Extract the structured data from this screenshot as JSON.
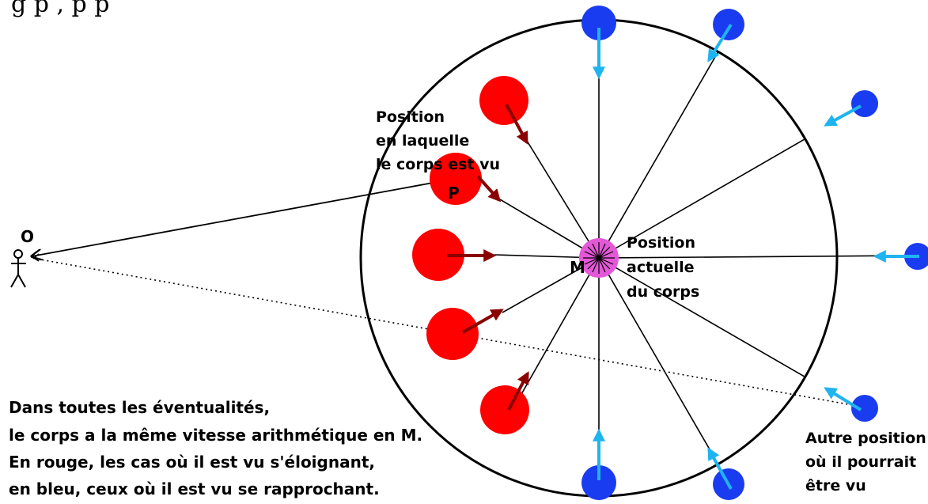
{
  "header_text": "g                                          p                   ,          p              p",
  "labels": {
    "observer": "O",
    "seen_point": "P",
    "center": "M",
    "seen_position": [
      "Position",
      "en laquelle",
      "le corps est vu"
    ],
    "current_position": [
      "Position",
      "actuelle",
      "du corps"
    ],
    "other_position": [
      "Autre position",
      "où il pourrait",
      "être vu"
    ]
  },
  "caption": [
    "Dans toutes les éventualités,",
    "le corps a la même vitesse arithmétique en M.",
    "En rouge, les cas où il est vu s'éloignant,",
    "en bleu, ceux où il est vu se rapprochant."
  ],
  "colors": {
    "receding_body": "#ff0000",
    "receding_arrow": "#8b0000",
    "approaching_body": "#1a3cf0",
    "approaching_arrow": "#1eb4f0",
    "current_body": "#e458d8",
    "center_spokes": "#000000"
  },
  "bodies": [
    {
      "direction": "receding"
    },
    {
      "direction": "receding"
    },
    {
      "direction": "receding"
    },
    {
      "direction": "receding"
    },
    {
      "direction": "receding"
    },
    {
      "direction": "approaching"
    },
    {
      "direction": "approaching"
    },
    {
      "direction": "approaching"
    },
    {
      "direction": "approaching"
    },
    {
      "direction": "approaching"
    },
    {
      "direction": "approaching"
    },
    {
      "direction": "approaching"
    }
  ]
}
